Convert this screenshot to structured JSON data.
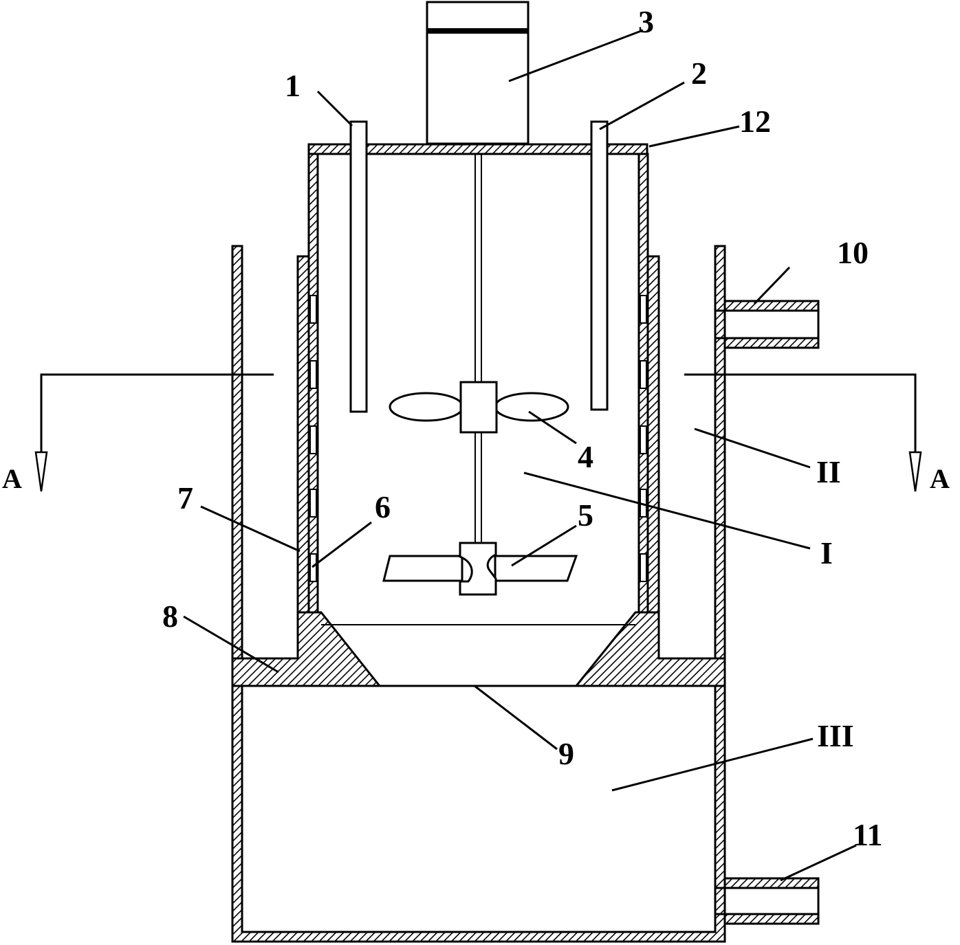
{
  "colors": {
    "line": "#000000",
    "hatch": "#000000",
    "background": "#ffffff"
  },
  "labels": {
    "inlet_pipe_1": "1",
    "inlet_pipe_2": "2",
    "motor": "3",
    "propeller_impeller": "4",
    "turbine_impeller": "5",
    "inner_perforated_wall": "6",
    "outer_perforated_wall": "7",
    "base_ring": "8",
    "bottom_opening": "9",
    "upper_outlet_pipe": "10",
    "lower_outlet_pipe": "11",
    "lid": "12",
    "zone_1": "I",
    "zone_2": "II",
    "zone_3": "III",
    "section_left": "A",
    "section_right": "A"
  }
}
